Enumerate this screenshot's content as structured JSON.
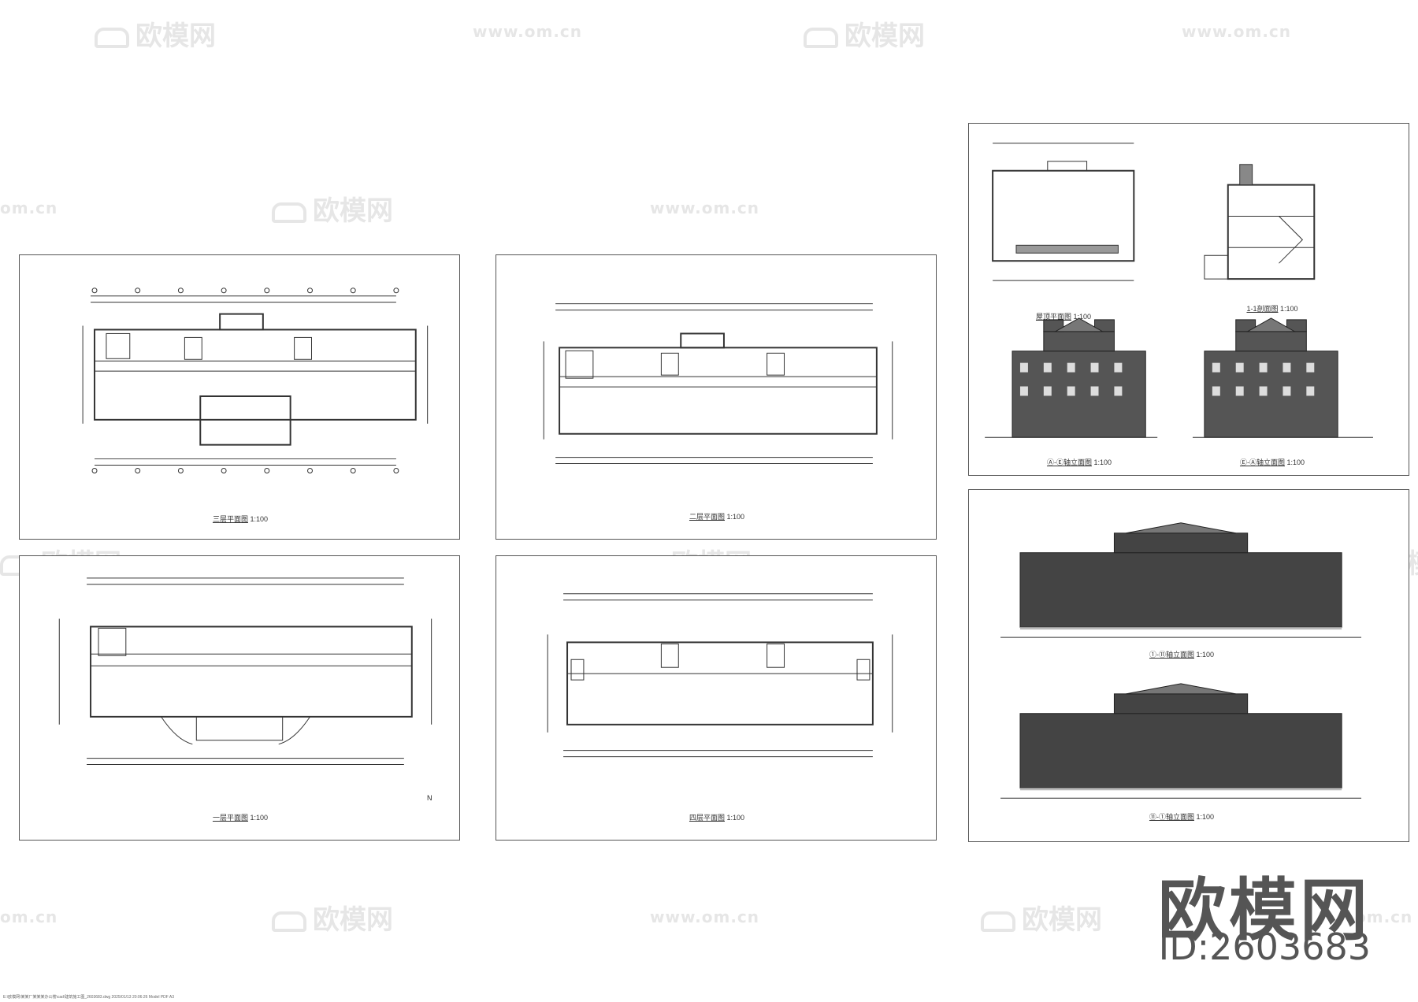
{
  "watermark": {
    "brand": "欧模网",
    "url": "www.om.cn",
    "url_short": "om.cn"
  },
  "branding": {
    "name": "欧模网",
    "id_text": "ID:2603683"
  },
  "sheets": {
    "plan_third_floor": {
      "caption": "三层平面图",
      "scale": "1:100"
    },
    "plan_second_floor": {
      "caption": "二层平面图",
      "scale": "1:100"
    },
    "plan_first_floor": {
      "caption": "一层平面图",
      "scale": "1:100"
    },
    "plan_fourth_floor": {
      "caption": "四层平面图",
      "scale": "1:100"
    },
    "roof_plan": {
      "caption": "屋顶平面图",
      "scale": "1:100"
    },
    "section_11": {
      "caption": "1-1剖面图",
      "scale": "1:100"
    },
    "side_elev_a": {
      "caption": "Ⓐ-Ⓔ轴立面图",
      "scale": "1:100"
    },
    "side_elev_b": {
      "caption": "Ⓔ-Ⓐ轴立面图",
      "scale": "1:100"
    },
    "front_elev": {
      "caption": "①-⑪轴立面图",
      "scale": "1:100"
    },
    "rear_elev": {
      "caption": "⑪-①轴立面图",
      "scale": "1:100"
    }
  },
  "north_label": "N",
  "footer_text": "E:\\欧模网\\某某厂某某某办公楼\\cad\\建筑施工图_2603683.dwg  2025/01/13 20:06:26  Model  PDF  A3"
}
